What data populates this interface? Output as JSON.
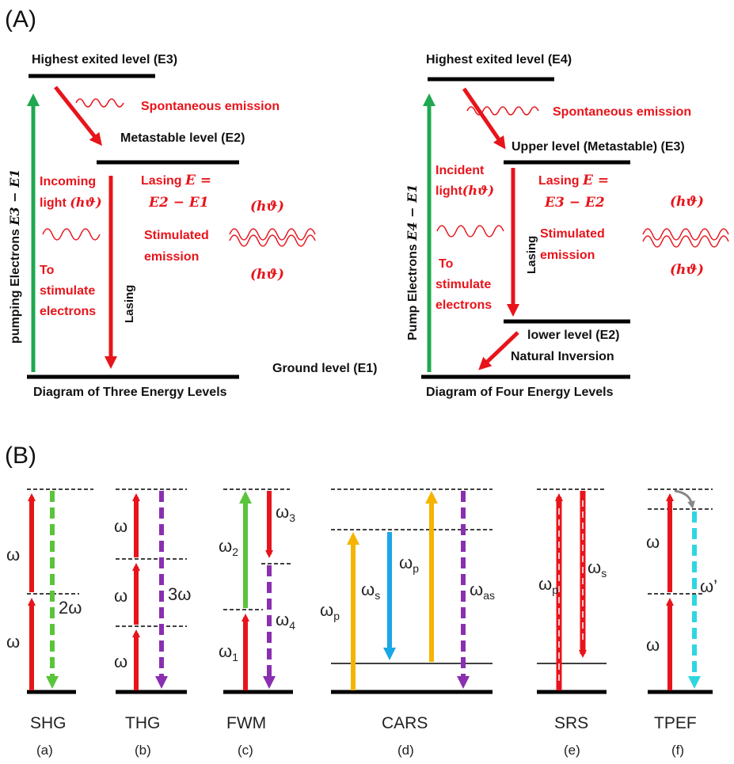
{
  "panel_a": {
    "label": "(A)",
    "three_level": {
      "e3_label": "Highest exited level (E3)",
      "e2_label": "Metastable level (E2)",
      "e1_label": "Ground level (E1)",
      "pump_label_text": "pumping Electrons ",
      "pump_label_math": "E3 − E1",
      "spontaneous": "Spontaneous emission",
      "incoming_1": "Incoming",
      "incoming_2_text": "light ",
      "incoming_2_math": "(hϑ)",
      "to_stim_1": "To",
      "to_stim_2": "stimulate",
      "to_stim_3": "electrons",
      "lasing_vert": "Lasing",
      "lasing_e_1_text": "Lasing ",
      "lasing_e_1_math": "E =",
      "lasing_e_2_math": "E2 − E1",
      "hv_top": "(hϑ)",
      "hv_bottom": "(hϑ)",
      "stim_1": "Stimulated",
      "stim_2": "emission",
      "caption": "Diagram of Three Energy Levels"
    },
    "four_level": {
      "e4_label": "Highest exited level (E4)",
      "e3_label": "Upper level (Metastable) (E3)",
      "e2_label": "lower level (E2)",
      "natural_inversion": "Natural Inversion",
      "pump_label_text": "Pump Electrons ",
      "pump_label_math": "E4 − E1",
      "spontaneous": "Spontaneous emission",
      "incident_1": "Incident",
      "incident_2_text": "light",
      "incident_2_math": "(hϑ)",
      "to_stim_1": "To",
      "to_stim_2": "stimulate",
      "to_stim_3": "electrons",
      "lasing_vert": "Lasing",
      "lasing_e_1_text": "Lasing ",
      "lasing_e_1_math": "E =",
      "lasing_e_2_math": "E3 − E2",
      "hv_top": "(hϑ)",
      "hv_bottom": "(hϑ)",
      "stim_1": "Stimulated",
      "stim_2": "emission",
      "caption": "Diagram of Four Energy Levels"
    }
  },
  "panel_b": {
    "label": "(B)",
    "shg": {
      "name": "SHG",
      "letter": "(a)",
      "w_up": "ω",
      "w_low": "ω",
      "out": "2ω"
    },
    "thg": {
      "name": "THG",
      "letter": "(b)",
      "w_top": "ω",
      "w_mid": "ω",
      "w_bot": "ω",
      "out": "3ω"
    },
    "fwm": {
      "name": "FWM",
      "letter": "(c)",
      "w1": "ω",
      "w1_sub": "1",
      "w2": "ω",
      "w2_sub": "2",
      "w3": "ω",
      "w3_sub": "3",
      "w4": "ω",
      "w4_sub": "4"
    },
    "cars": {
      "name": "CARS",
      "letter": "(d)",
      "wp1": "ω",
      "wp1_sub": "p",
      "ws": "ω",
      "ws_sub": "s",
      "wp2": "ω",
      "wp2_sub": "p",
      "was": "ω",
      "was_sub": "as"
    },
    "srs": {
      "name": "SRS",
      "letter": "(e)",
      "wp": "ω",
      "wp_sub": "p",
      "ws": "ω",
      "ws_sub": "s"
    },
    "tpef": {
      "name": "TPEF",
      "letter": "(f)",
      "w_up": "ω",
      "w_low": "ω",
      "out": "ω’"
    }
  },
  "colors": {
    "red": "#e8141b",
    "green_pump": "#1fa84f",
    "green_signal": "#5ac43a",
    "purple": "#8a2fb0",
    "orange": "#f5b400",
    "blue": "#1aa7e8",
    "cyan": "#2fd6e0"
  }
}
